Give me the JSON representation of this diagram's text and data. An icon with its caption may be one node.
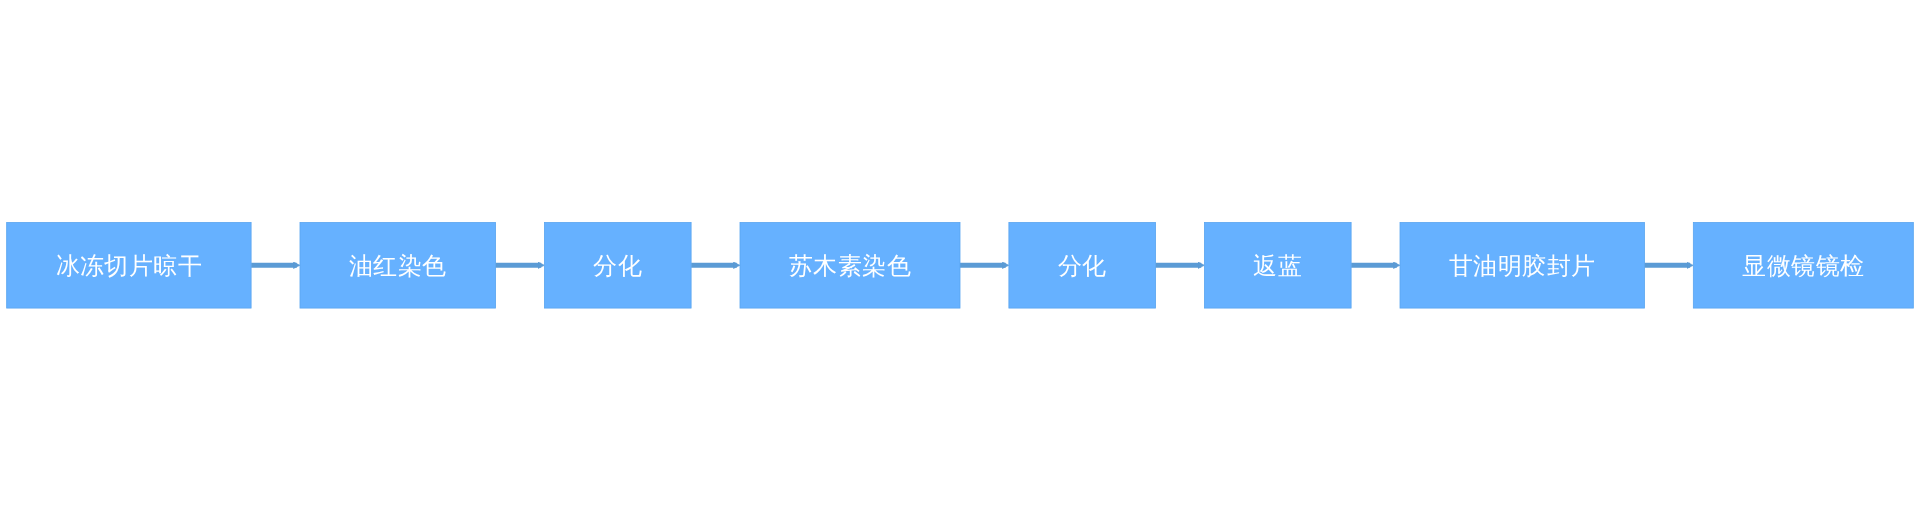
{
  "diagram": {
    "nodes": [
      {
        "text": [
          "冰冻切片晾干"
        ]
      },
      {
        "text": [
          "油红染色"
        ]
      },
      {
        "text": [
          "分化"
        ]
      },
      {
        "text": [
          "苏木素染色"
        ]
      },
      {
        "text": [
          "分化"
        ]
      },
      {
        "text": [
          "返蓝"
        ]
      },
      {
        "text": [
          "甘油明胶封片"
        ]
      },
      {
        "text": [
          "显微镜镜检"
        ]
      }
    ],
    "edges": [
      {
        "from": 0,
        "to": 1,
        "arrow": "to"
      },
      {
        "from": 1,
        "to": 2,
        "arrow": "to"
      },
      {
        "from": 2,
        "to": 3,
        "arrow": "to"
      },
      {
        "from": 3,
        "to": 4,
        "arrow": "to"
      },
      {
        "from": 4,
        "to": 5,
        "arrow": "to"
      },
      {
        "from": 5,
        "to": 6,
        "arrow": "to"
      },
      {
        "from": 6,
        "to": 7,
        "arrow": "to"
      }
    ]
  }
}
